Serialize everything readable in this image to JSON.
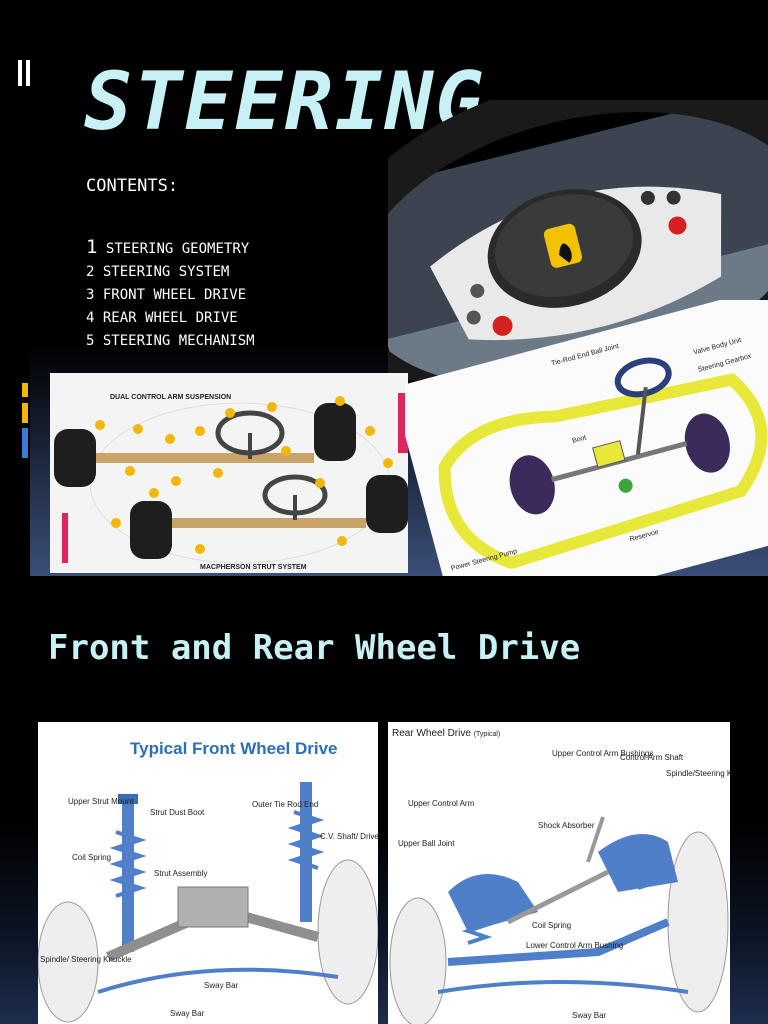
{
  "slide1": {
    "title": "STEERING",
    "contents_label": "CONTENTS:",
    "toc": [
      {
        "num": "1",
        "text": "STEERING GEOMETRY"
      },
      {
        "num": "2",
        "text": "STEERING SYSTEM"
      },
      {
        "num": "3",
        "text": "FRONT WHEEL DRIVE"
      },
      {
        "num": "4",
        "text": "REAR WHEEL DRIVE"
      },
      {
        "num": "5",
        "text": "STEERING MECHANISM"
      }
    ],
    "suspension_diagram": {
      "top_caption": "DUAL CONTROL ARM SUSPENSION",
      "bottom_caption": "MACPHERSON STRUT SYSTEM"
    },
    "power_steering_diagram": {
      "labels": [
        "Tie-Rod End Ball Joint",
        "Valve Body Unit",
        "Steering Gearbox",
        "Boot",
        "Power Steering Pump",
        "Reservoir"
      ]
    }
  },
  "slide2": {
    "title": "Front and Rear Wheel Drive",
    "front_diagram": {
      "heading": "Typical Front Wheel Drive",
      "labels": [
        "Upper Strut Mount",
        "Strut Dust Boot",
        "Outer Tie Rod End",
        "C.V. Shaft/ Drive Shaft",
        "Coil Spring",
        "Strut Assembly",
        "Spindle/ Steering Knuckle",
        "Sway Bar",
        "Sway Bar"
      ]
    },
    "rear_diagram": {
      "heading": "Rear Wheel Drive",
      "heading_note": "(Typical)",
      "labels": [
        "Upper Control Arm Bushings",
        "Control Arm Shaft",
        "Spindle/Steering Knuckle",
        "Upper Control Arm",
        "Shock Absorber",
        "Upper Ball Joint",
        "Coil Spring",
        "Lower Control Arm Bushing",
        "Sway Bar"
      ]
    }
  },
  "colors": {
    "title": "#c8f1f6",
    "accent_blue": "#3a4f78",
    "part_blue": "#4f7fc9",
    "heading_blue": "#2b6fb5",
    "accent_yellow": "#f2b705",
    "accent_pink": "#e0245e"
  }
}
